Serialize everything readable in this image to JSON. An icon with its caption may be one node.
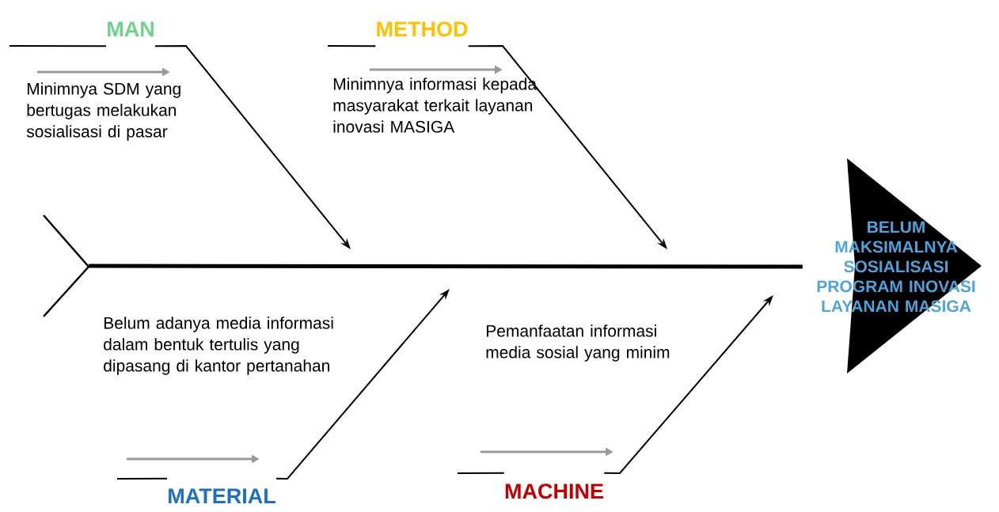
{
  "diagram": {
    "nodes": [
      {
        "text": [
          "BELUM MAKSIMALNYA SOSIALISASI PROGRAM INOVASI LAYANAN MASIGA"
        ]
      },
      {
        "text": [
          "MAN"
        ]
      },
      {
        "text": [
          "METHOD"
        ]
      },
      {
        "text": [
          "MATERIAL"
        ]
      },
      {
        "text": [
          "MACHINE"
        ]
      },
      {
        "text": [],
        "shape": "chevron"
      }
    ],
    "edges": [
      {
        "from": 5,
        "to": 0,
        "arrow": "none",
        "style": "thick"
      },
      {
        "from": 1,
        "to": null,
        "arrow": "to"
      },
      {
        "from": 2,
        "to": null,
        "arrow": "to"
      },
      {
        "from": 3,
        "to": null,
        "arrow": "to"
      },
      {
        "from": 4,
        "to": null,
        "arrow": "to"
      }
    ],
    "labels": [
      "Minimnya SDM yang bertugas melakukan sosialisasi di pasar",
      "Minimnya informasi kepada masyarakat terkait layanan inovasi MASIGA",
      "Belum adanya media informasi dalam bentuk tertulis yang dipasang di kantor pertanahan",
      "Pemanfaatan informasi media sosial yang minim"
    ]
  }
}
